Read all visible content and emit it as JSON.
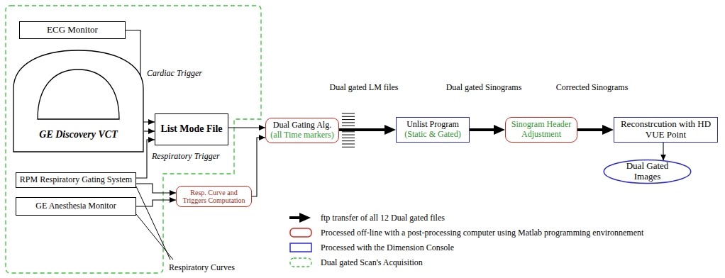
{
  "diagram": {
    "nodes": [
      {
        "text": [
          "ECG Monitor"
        ]
      },
      {
        "text": [
          "GE Discovery VCT"
        ]
      },
      {
        "text": [
          "List Mode File"
        ]
      },
      {
        "text": [
          "RPM Respiratory Gating System"
        ]
      },
      {
        "text": [
          "GE Anesthesia Monitor"
        ]
      },
      {
        "text": [
          "Resp. Curve and Triggers Computation"
        ]
      },
      {
        "text": [
          "Dual Gating Alg.",
          "(all Time markers)"
        ]
      },
      {
        "text": [
          "Unlist Program",
          "(Static & Gated)"
        ]
      },
      {
        "text": [
          "Sinogram Header Adjustment"
        ]
      },
      {
        "text": [
          "Reconstrcution with HD VUE Point"
        ]
      },
      {
        "text": [
          "Dual Gated Images"
        ]
      }
    ],
    "edges": [
      {
        "from": 0,
        "to": 2,
        "label": "Cardiac Trigger",
        "arrow": "to"
      },
      {
        "from": 1,
        "to": 2,
        "arrow": "to"
      },
      {
        "from": 3,
        "to": 2,
        "label": "Respiratory Trigger",
        "arrow": "to"
      },
      {
        "from": 3,
        "to": 5,
        "arrow": "to"
      },
      {
        "from": 4,
        "to": 5,
        "arrow": "to"
      },
      {
        "from": 2,
        "to": 6,
        "arrow": "to"
      },
      {
        "from": 5,
        "to": 6,
        "arrow": "to"
      },
      {
        "from": 6,
        "to": 7,
        "label": "Dual gated LM files",
        "arrow": "to"
      },
      {
        "from": 7,
        "to": 8,
        "label": "Dual gated Sinograms",
        "arrow": "to"
      },
      {
        "from": 8,
        "to": 9,
        "label": "Corrected Sinograms",
        "arrow": "to"
      },
      {
        "from": 9,
        "to": 10,
        "arrow": "to"
      }
    ],
    "labels": [
      "Respiratory Curves"
    ],
    "legend": [
      {
        "text": "ftp transfer of all 12 Dual gated files"
      },
      {
        "text": "Processed off-line with a post-processing computer using Matlab programming environnement"
      },
      {
        "text": "Processed with the Dimension Console"
      },
      {
        "text": "Dual gated Scan's Acquisition"
      }
    ]
  }
}
